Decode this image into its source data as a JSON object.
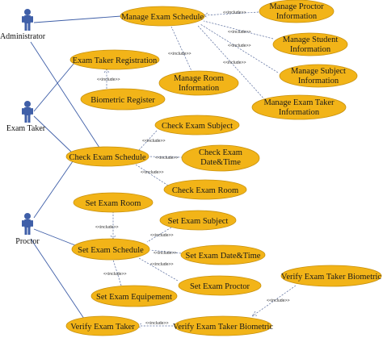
{
  "actors": {
    "administrator": "Administrator",
    "exam_taker": "Exam Taker",
    "proctor": "Proctor"
  },
  "use_cases": {
    "manage_exam_schedule": [
      "Manage Exam Schedule"
    ],
    "manage_proctor_information": [
      "Manage Proctor",
      "Information"
    ],
    "manage_student_information": [
      "Manage Student",
      "Information"
    ],
    "manage_subject_information": [
      "Manage Subject",
      "Information"
    ],
    "manage_exam_taker_information": [
      "Manage Exam Taker",
      "Information"
    ],
    "manage_room_information": [
      "Manage Room",
      "Information"
    ],
    "exam_taker_registration": [
      "Exam Taker Registration"
    ],
    "biometric_register": [
      "Biometric Register"
    ],
    "check_exam_schedule": [
      "Check Exam Schedule"
    ],
    "check_exam_subject": [
      "Check Exam Subject"
    ],
    "check_exam_date_time": [
      "Check Exam",
      "Date&Time"
    ],
    "check_exam_room": [
      "Check Exam Room"
    ],
    "set_exam_room": [
      "Set Exam Room"
    ],
    "set_exam_subject": [
      "Set Exam Subject"
    ],
    "set_exam_schedule": [
      "Set Exam Schedule"
    ],
    "set_exam_date_time": [
      "Set Exam Date&Time"
    ],
    "set_exam_proctor": [
      "Set Exam Proctor"
    ],
    "set_exam_equipement": [
      "Set Exam Equipement"
    ],
    "verify_exam_taker_biometric_right": [
      "Verify Exam Taker Biometric"
    ],
    "verify_exam_taker": [
      "Verify Exam Taker"
    ],
    "verify_exam_taker_biometric": [
      "Verify Exam Taker Biometric"
    ]
  },
  "relationships": {
    "include": "<<include>>"
  },
  "colors": {
    "use_case_fill": "#F2B418",
    "actor": "#3F5FA8",
    "association": "#3F5FA8"
  }
}
